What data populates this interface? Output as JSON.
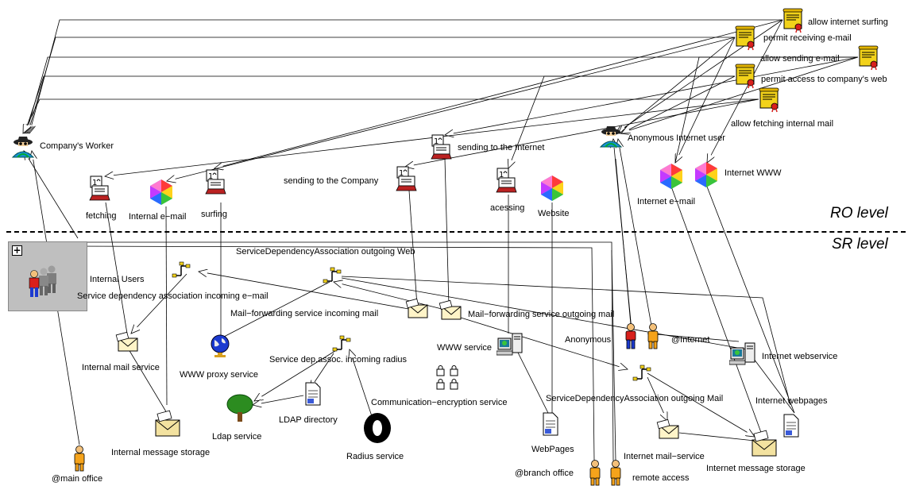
{
  "levels": {
    "ro": "RO level",
    "sr": "SR level"
  },
  "policies": {
    "allow_internet_surfing": "allow internet surfing",
    "permit_receiving_email": "permit receiving e-mail",
    "allow_sending_email": "allow sending e-mail",
    "permit_access_company_web": "permit access to company's web",
    "allow_fetching_internal_mail": "allow fetching internal mail"
  },
  "ro": {
    "company_worker": "Company's Worker",
    "fetching": "fetching",
    "internal_email": "Internal e−mail",
    "surfing": "surfing",
    "sending_to_company": "sending to the Company",
    "sending_to_internet": "sending to the Internet",
    "accessing": "acessing",
    "website": "Website",
    "anonymous_internet_user": "Anonymous Internet user",
    "internet_email": "Internet e−mail",
    "internet_www": "Internet WWW"
  },
  "sr": {
    "internal_users": "Internal Users",
    "sda_incoming_email": "Service dependency association incoming e−mail",
    "sda_outgoing_web": "ServiceDependencyAssociation outgoing Web",
    "mail_fwd_incoming": "Mail−forwarding service incoming mail",
    "mail_fwd_outgoing": "Mail−forwarding service outgoing mail",
    "internal_mail_service": "Internal mail service",
    "www_proxy_service": "WWW proxy service",
    "sda_incoming_radius": "Service dep.assoc. incoming radius",
    "www_service": "WWW service",
    "anonymous": "Anonymous",
    "internet_loc": "@Internet",
    "internet_webservice": "Internet webservice",
    "communication_encryption": "Communication−encryption service",
    "ldap_directory": "LDAP directory",
    "ldap_service": "Ldap service",
    "radius_service": "Radius service",
    "sda_outgoing_mail": "ServiceDependencyAssociation outgoing Mail",
    "internet_webpages": "Internet webpages",
    "internal_message_storage": "Internal message storage",
    "webpages": "WebPages",
    "internet_mail_service": "Internet mail−service",
    "internet_message_storage": "Internet message storage",
    "main_office": "@main office",
    "branch_office": "@branch office",
    "remote_access": "remote access"
  },
  "icons": {
    "policy": "policy-scroll-icon",
    "role": "hat-role-icon",
    "task": "printer-task-icon",
    "service_hex": "colored-hexagon-icon",
    "dependency": "dependency-association-icon",
    "mail_service": "mail-envelope-icon",
    "globe": "globe-icon",
    "person": "person-icon",
    "computer": "computer-icon",
    "document": "document-icon",
    "tree": "tree-icon",
    "ring": "ring-icon",
    "locks": "locks-icon",
    "group": "group-icon"
  },
  "colors": {
    "policy_fill": "#f2d21a",
    "person_orange": "#f5a31b",
    "person_red": "#d8201c",
    "group_box": "#bfbfbf",
    "tree_green": "#2c8c20",
    "globe_blue": "#1c3ad0"
  }
}
